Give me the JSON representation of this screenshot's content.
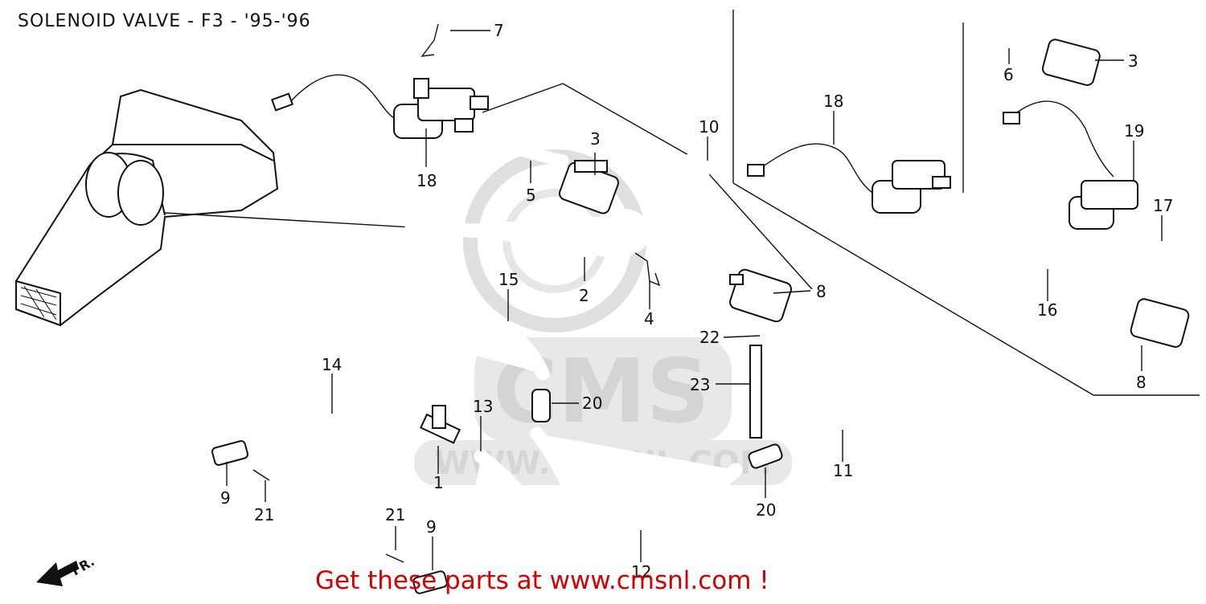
{
  "header": {
    "title": "SOLENOID VALVE - F3 - '95-'96"
  },
  "footer": {
    "promo": "Get these parts at www.cmsnl.com !"
  },
  "watermark": {
    "brand": "CMS",
    "url": "WWW.CMSNL.COM"
  },
  "callouts": {
    "c1": "1",
    "c2": "2",
    "c3a": "3",
    "c3b": "3",
    "c4": "4",
    "c5": "5",
    "c6": "6",
    "c7": "7",
    "c8a": "8",
    "c8b": "8",
    "c9a": "9",
    "c9b": "9",
    "c10": "10",
    "c11": "11",
    "c12": "12",
    "c13": "13",
    "c14": "14",
    "c15": "15",
    "c16": "16",
    "c17": "17",
    "c18a": "18",
    "c18b": "18",
    "c19": "19",
    "c20a": "20",
    "c20b": "20",
    "c21a": "21",
    "c21b": "21",
    "c22": "22",
    "c23": "23"
  },
  "direction": {
    "label": "FR."
  },
  "colors": {
    "ink": "#111111",
    "promo": "#d40000",
    "watermark": "#d9d9d9"
  }
}
